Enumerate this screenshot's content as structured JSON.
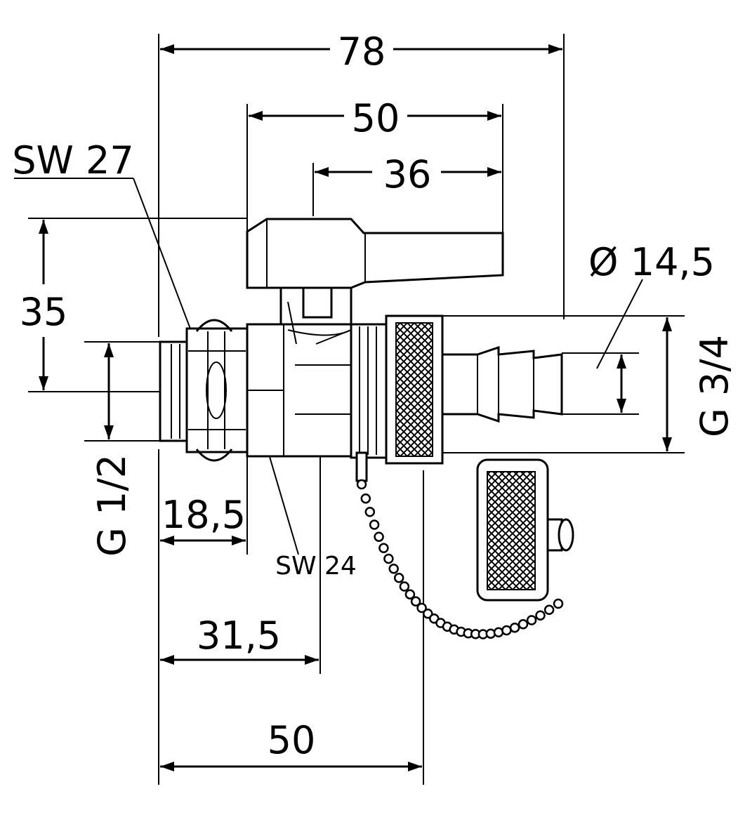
{
  "dimensions": {
    "overall_width": "78",
    "handle_width": "50",
    "handle_offset": "36",
    "height": "35",
    "inlet_length": "18,5",
    "centre_to_inlet": "31,5",
    "body_length": "50",
    "hose_diameter": "Ø 14,5"
  },
  "threads": {
    "inlet": "G 1/2",
    "outlet": "G 3/4"
  },
  "wrench_sizes": {
    "nut": "SW 27",
    "body": "SW 24"
  }
}
